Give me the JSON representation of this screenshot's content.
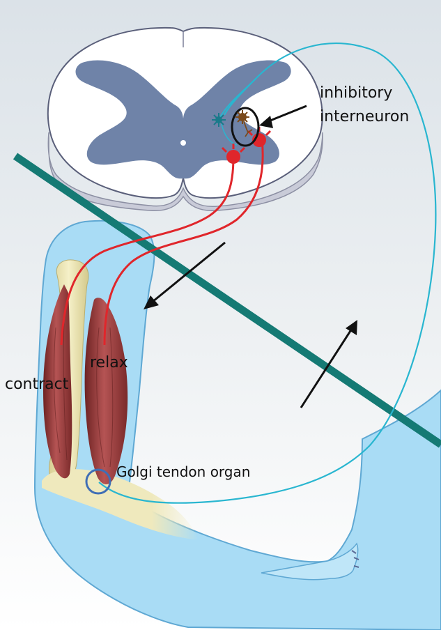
{
  "labels": {
    "inhibitory_line1": "inhibitory",
    "inhibitory_line2": "interneuron",
    "contract": "contract",
    "relax": "relax",
    "golgi": "Golgi tendon organ"
  },
  "colors": {
    "background_top": "#dfe5ea",
    "background_bottom": "#ffffff",
    "spinal_white_matter": "#ffffff",
    "spinal_gray_matter": "#6f83a8",
    "spinal_side": "#c9cbd8",
    "arm_skin": "#a9dcf5",
    "arm_outline": "#5fa8d3",
    "bone": "#ede7b6",
    "muscle": "#9b3a3a",
    "motor_neuron": "#e0262b",
    "sensory_neuron": "#29b6d0",
    "divider_line": "#157a74",
    "arrow": "#111111",
    "interneuron_body": "#7a4a1c",
    "receptor_circle": "#3f6eb5"
  },
  "icons": [
    "spinal-cord-icon",
    "arm-icon",
    "interneuron-icon",
    "golgi-tendon-organ-icon"
  ]
}
